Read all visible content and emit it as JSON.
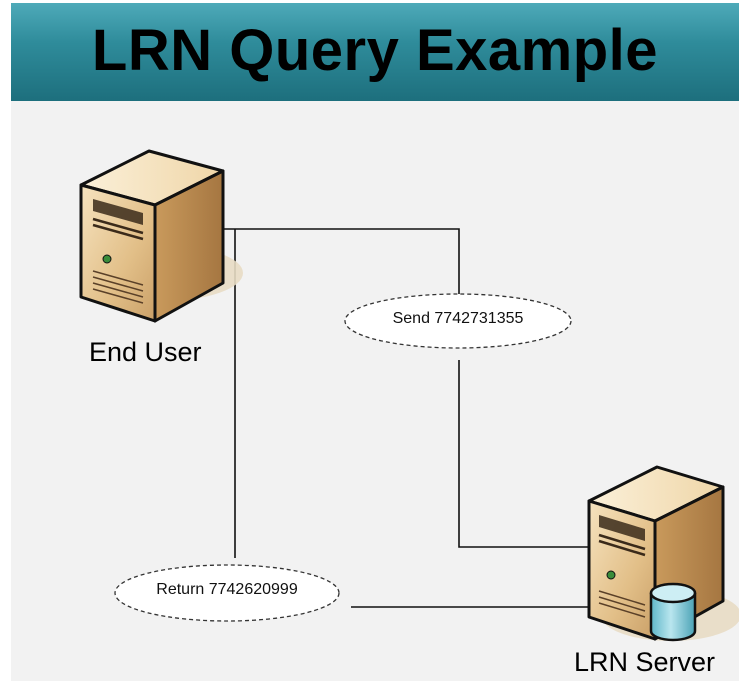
{
  "title": "LRN Query Example",
  "nodes": {
    "end_user": {
      "label": "End User"
    },
    "lrn_server": {
      "label": "LRN Server"
    }
  },
  "messages": {
    "send": "Send 7742731355",
    "return": "Return 7742620999"
  },
  "colors": {
    "title_bar": "#2f8c9b",
    "server_body": "#e6c48f",
    "database": "#8fd0dc"
  }
}
